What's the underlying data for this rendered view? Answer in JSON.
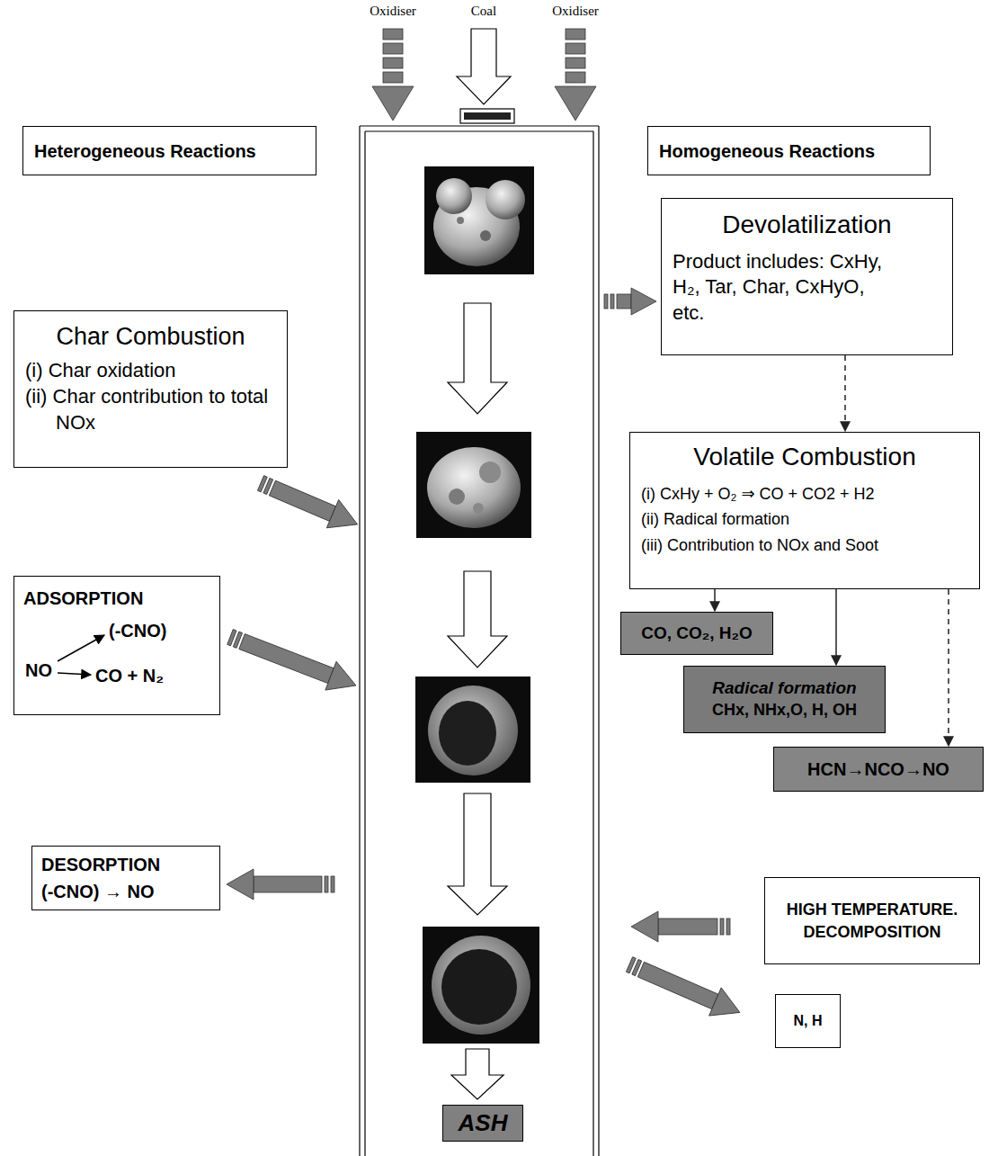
{
  "diagram": {
    "nodes": [
      {
        "text": [
          "Heterogeneous Reactions"
        ]
      },
      {
        "text": [
          "Homogeneous Reactions"
        ]
      },
      {
        "text": [
          "Devolatilization",
          "Product includes: CxHy, H₂, Tar, Char, CxHyO, etc."
        ]
      },
      {
        "text": [
          "Char Combustion",
          "(i) Char oxidation",
          "(ii) Char contribution to total NOx"
        ]
      },
      {
        "text": [
          "Volatile Combustion",
          "(i) CxHy + O₂ ⇒ CO + CO2 + H2",
          "(ii) Radical formation",
          "(iii) Contribution to NOx and Soot"
        ]
      },
      {
        "text": [
          "ADSORPTION",
          "(-CNO)",
          "NO",
          "CO + N₂"
        ]
      },
      {
        "text": [
          "CO, CO₂, H₂O"
        ]
      },
      {
        "text": [
          "Radical formation",
          "CHx, NHx,O, H, OH"
        ]
      },
      {
        "text": [
          "HCN→NCO→NO"
        ]
      },
      {
        "text": [
          "DESORPTION",
          "(-CNO) → NO"
        ]
      },
      {
        "text": [
          "HIGH TEMPERATURE. DECOMPOSITION"
        ]
      },
      {
        "text": [
          "N, H"
        ]
      },
      {
        "text": [
          "ASH"
        ]
      }
    ],
    "edges": [
      {
        "from": 2,
        "to": 4,
        "arrow": "to"
      },
      {
        "from": 4,
        "to": 6,
        "arrow": "to"
      },
      {
        "from": 4,
        "to": 7,
        "arrow": "to"
      },
      {
        "from": 4,
        "to": 8,
        "arrow": "to"
      }
    ],
    "labels": [
      "Oxidiser",
      "Coal",
      "Oxidiser"
    ]
  }
}
